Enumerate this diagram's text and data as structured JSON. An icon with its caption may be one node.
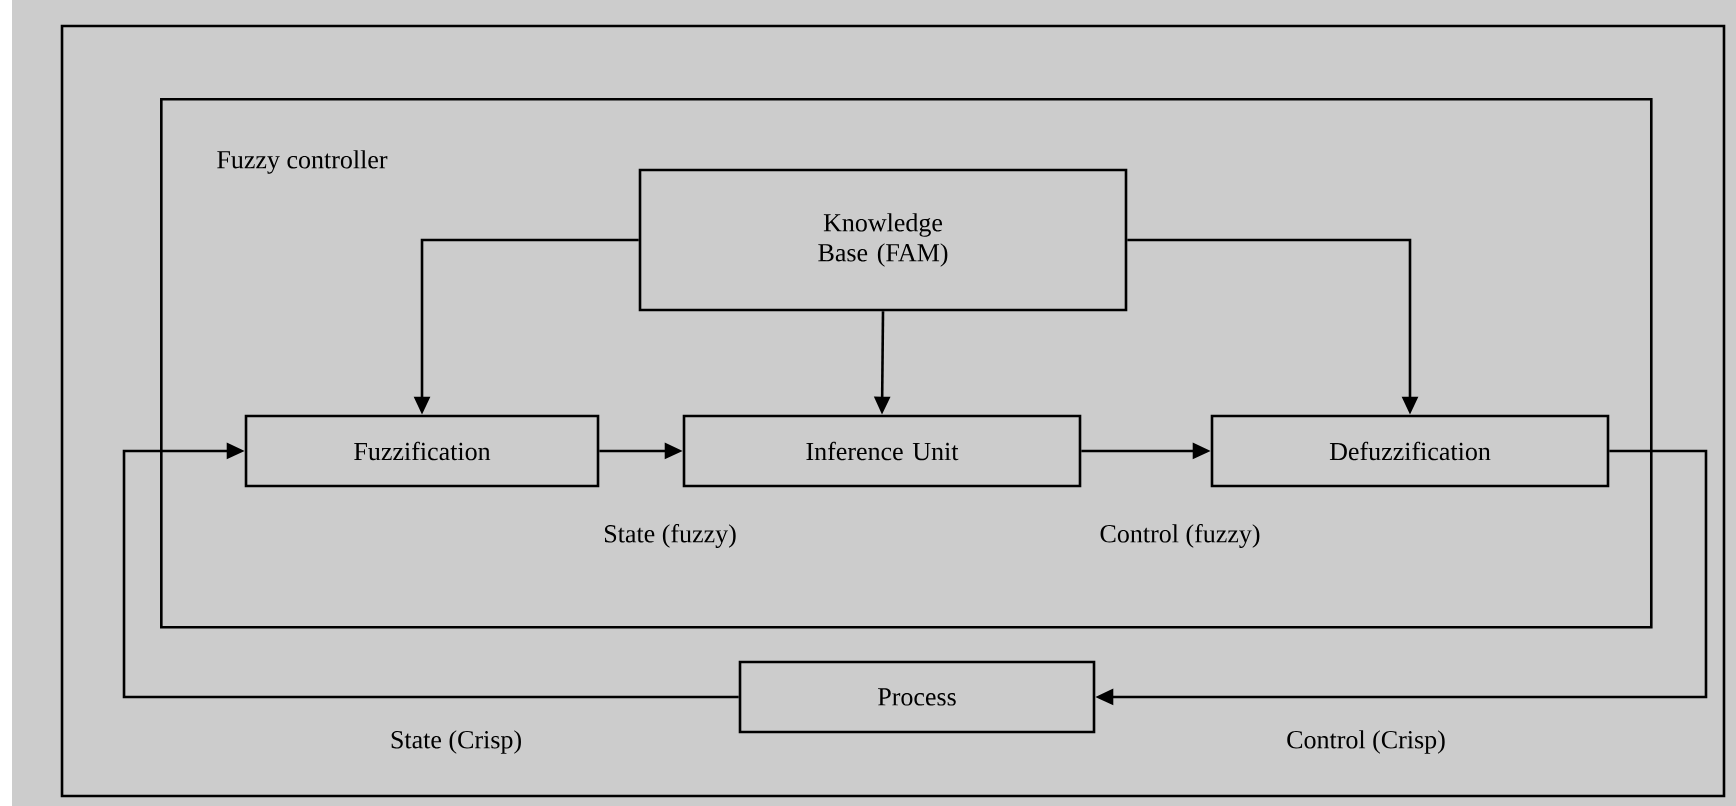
{
  "diagram": {
    "nodes": [
      {
        "text": [
          "Fuzzy controller"
        ]
      },
      {
        "text": [
          "Knowledge Base (FAM)"
        ],
        "in": 0
      },
      {
        "text": [
          "Fuzzification"
        ],
        "in": 0
      },
      {
        "text": [
          "Inference Unit"
        ],
        "in": 0
      },
      {
        "text": [
          "Defuzzification"
        ],
        "in": 0
      },
      {
        "text": [
          "Process"
        ]
      }
    ],
    "edges": [
      {
        "from": 1,
        "to": 2,
        "arrow": "to"
      },
      {
        "from": 1,
        "to": 3,
        "arrow": "to"
      },
      {
        "from": 1,
        "to": 4,
        "arrow": "to"
      },
      {
        "from": 2,
        "to": 3,
        "arrow": "to",
        "label": "State (fuzzy)"
      },
      {
        "from": 3,
        "to": 4,
        "arrow": "to",
        "label": "Control (fuzzy)"
      },
      {
        "from": 4,
        "to": 5,
        "arrow": "to",
        "label": "Control (Crisp)"
      },
      {
        "from": 5,
        "to": 2,
        "arrow": "to",
        "label": "State (Crisp)"
      }
    ]
  }
}
